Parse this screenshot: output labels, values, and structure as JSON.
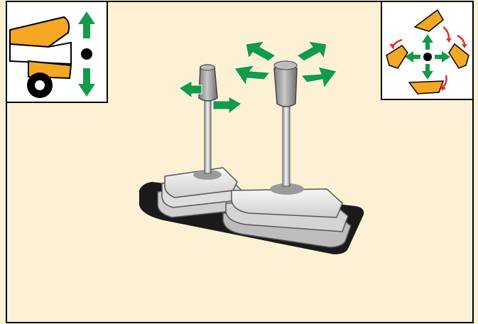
{
  "colors": {
    "background": "#fdf1d5",
    "frame": "#000000",
    "inset_bg": "#ffffff",
    "arrow_green": "#139a4a",
    "bucket_orange": "#f5a623",
    "curve_red": "#e0302a",
    "lever_grey": "#a8a8a8",
    "base_light": "#e6e6e6",
    "tray_dark": "#1a1a1a"
  },
  "diagram": {
    "type": "joystick-control-diagram",
    "left_lever": {
      "movements": [
        "left",
        "right"
      ]
    },
    "right_lever": {
      "movements": [
        "forward-left",
        "forward-right",
        "back-left",
        "back-right"
      ]
    },
    "left_inset": {
      "subject": "loader-bucket-boom",
      "movements": [
        "up",
        "neutral",
        "down"
      ]
    },
    "right_inset": {
      "subject": "bucket-tilt",
      "movements": [
        "up",
        "left",
        "right",
        "down",
        "neutral"
      ]
    }
  }
}
